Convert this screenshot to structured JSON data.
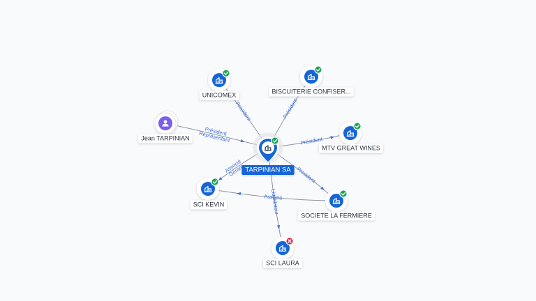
{
  "colors": {
    "company": "#1565d8",
    "person": "#7b5cf0",
    "active": "#22a35a",
    "closed": "#e0244a",
    "edge": "#8d93a3",
    "edge_label": "#3f6fd8",
    "background": "#f9fafc"
  },
  "center": {
    "id": "tarpinian",
    "label": "TARPINIAN SA",
    "icon": "building-icon",
    "status": "active"
  },
  "nodes": [
    {
      "id": "unicomex",
      "label": "UNICOMEX",
      "kind": "company",
      "status": "active",
      "icon": "building-icon"
    },
    {
      "id": "biscuiterie",
      "label": "BISCUITERIE CONFISER...",
      "kind": "company",
      "status": "active",
      "icon": "building-icon"
    },
    {
      "id": "jean",
      "label": "Jean TARPINIAN",
      "kind": "person",
      "status": "none",
      "icon": "person-icon"
    },
    {
      "id": "mtv",
      "label": "MTV GREAT WINES",
      "kind": "company",
      "status": "active",
      "icon": "building-icon"
    },
    {
      "id": "scikevin",
      "label": "SCI KEVIN",
      "kind": "company",
      "status": "active",
      "icon": "building-icon"
    },
    {
      "id": "fermiere",
      "label": "SOCIETE LA FERMIERE",
      "kind": "company",
      "status": "active",
      "icon": "building-icon"
    },
    {
      "id": "scilaura",
      "label": "SCI LAURA",
      "kind": "company",
      "status": "closed",
      "icon": "building-icon"
    }
  ],
  "edges": [
    {
      "from": "tarpinian",
      "to": "unicomex",
      "labels": [
        "Président"
      ]
    },
    {
      "from": "tarpinian",
      "to": "biscuiterie",
      "labels": [
        "Président"
      ]
    },
    {
      "from": "jean",
      "to": "tarpinian",
      "labels": [
        "Président",
        "Représentant"
      ]
    },
    {
      "from": "tarpinian",
      "to": "mtv",
      "labels": [
        "Président"
      ]
    },
    {
      "from": "tarpinian",
      "to": "scikevin",
      "labels": [
        "Gérant",
        "Associé"
      ]
    },
    {
      "from": "tarpinian",
      "to": "fermiere",
      "labels": [
        "Président"
      ]
    },
    {
      "from": "fermiere",
      "to": "scikevin",
      "labels": [
        "Associé"
      ]
    },
    {
      "from": "tarpinian",
      "to": "scilaura",
      "labels": [
        "Liquidateur"
      ]
    }
  ]
}
